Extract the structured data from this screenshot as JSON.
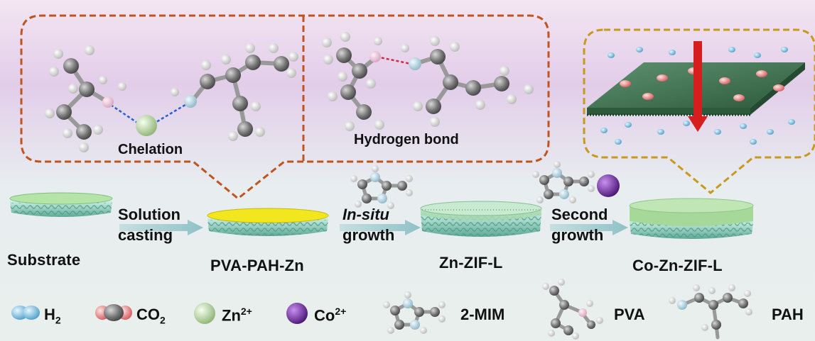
{
  "bubbles": {
    "chelation_label": "Chelation",
    "hydrogen_bond_label": "Hydrogen bond"
  },
  "stages": {
    "substrate": "Substrate",
    "pva_pah_zn": "PVA-PAH-Zn",
    "zn_zif_l": "Zn-ZIF-L",
    "co_zn_zif_l": "Co-Zn-ZIF-L"
  },
  "steps": {
    "solution_casting_line1": "Solution",
    "solution_casting_line2": "casting",
    "insitu_line1": "In-situ",
    "insitu_line2": "growth",
    "second_line1": "Second",
    "second_line2": "growth"
  },
  "legend": {
    "h2": "H",
    "h2_sub": "2",
    "co2": "CO",
    "co2_sub": "2",
    "zn": "Zn",
    "zn_sup": "2+",
    "co": "Co",
    "co_sup": "2+",
    "mim": "2-MIM",
    "pva": "PVA",
    "pah": "PAH"
  },
  "colors": {
    "bubble_orange": "#c0541f",
    "bubble_gold": "#c79a1e",
    "film_yellow": "#f2e61e",
    "film_green": "#a6d89a",
    "membrane_green": "#3d6e4c",
    "substrate_teal": "#8ed2c2",
    "arrow_teal": "#a9cfd2",
    "flow_red": "#d61e1e",
    "zn_ion": "#c9e2b0",
    "co_ion": "#6a2fa0",
    "h2_blue": "#7fc4e6",
    "co2_red": "#e58a8a"
  }
}
